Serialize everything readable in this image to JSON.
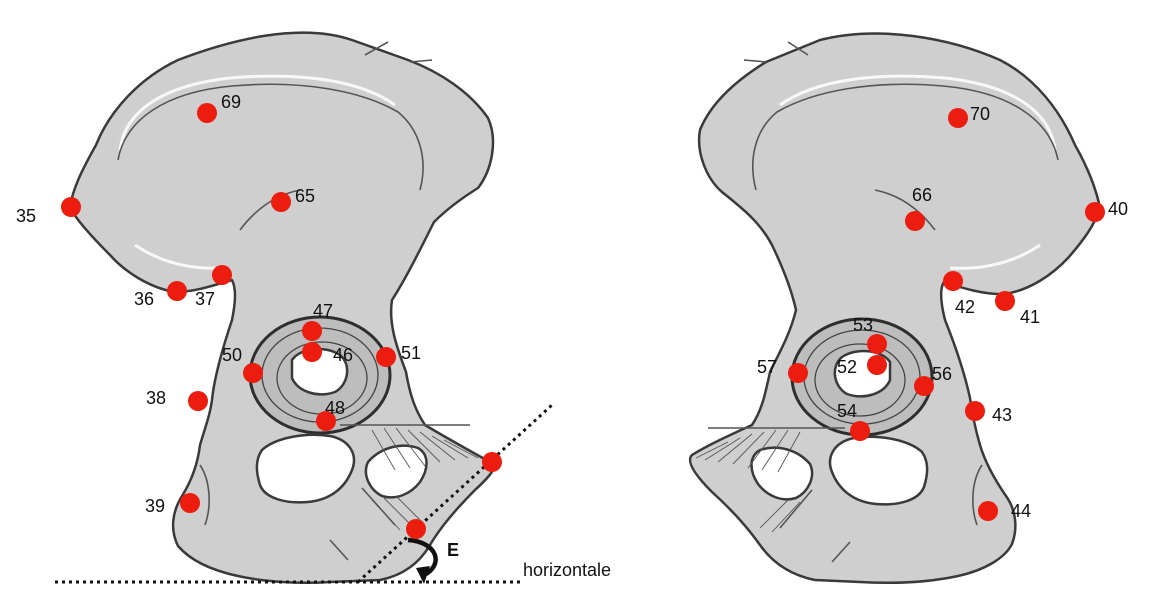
{
  "left_bone": {
    "landmarks": [
      {
        "id": "69",
        "label": "69"
      },
      {
        "id": "65",
        "label": "65"
      },
      {
        "id": "35",
        "label": "35"
      },
      {
        "id": "36",
        "label": "36"
      },
      {
        "id": "37",
        "label": "37"
      },
      {
        "id": "47",
        "label": "47"
      },
      {
        "id": "46",
        "label": "46"
      },
      {
        "id": "50",
        "label": "50"
      },
      {
        "id": "51",
        "label": "51"
      },
      {
        "id": "38",
        "label": "38"
      },
      {
        "id": "48",
        "label": "48"
      },
      {
        "id": "39",
        "label": "39"
      },
      {
        "id": "unlabeled-a",
        "label": ""
      },
      {
        "id": "unlabeled-b",
        "label": ""
      }
    ]
  },
  "right_bone": {
    "landmarks": [
      {
        "id": "70",
        "label": "70"
      },
      {
        "id": "66",
        "label": "66"
      },
      {
        "id": "40",
        "label": "40"
      },
      {
        "id": "42",
        "label": "42"
      },
      {
        "id": "41",
        "label": "41"
      },
      {
        "id": "53",
        "label": "53"
      },
      {
        "id": "52",
        "label": "52"
      },
      {
        "id": "57",
        "label": "57"
      },
      {
        "id": "56",
        "label": "56"
      },
      {
        "id": "54",
        "label": "54"
      },
      {
        "id": "43",
        "label": "43"
      },
      {
        "id": "44",
        "label": "44"
      }
    ]
  },
  "annotations": {
    "angle_label": "E",
    "horizontal_label": "horizontale"
  },
  "colors": {
    "landmark": "#ec1c0e",
    "bone_fill": "#cfcfcf",
    "outline": "#3a3a3a"
  }
}
